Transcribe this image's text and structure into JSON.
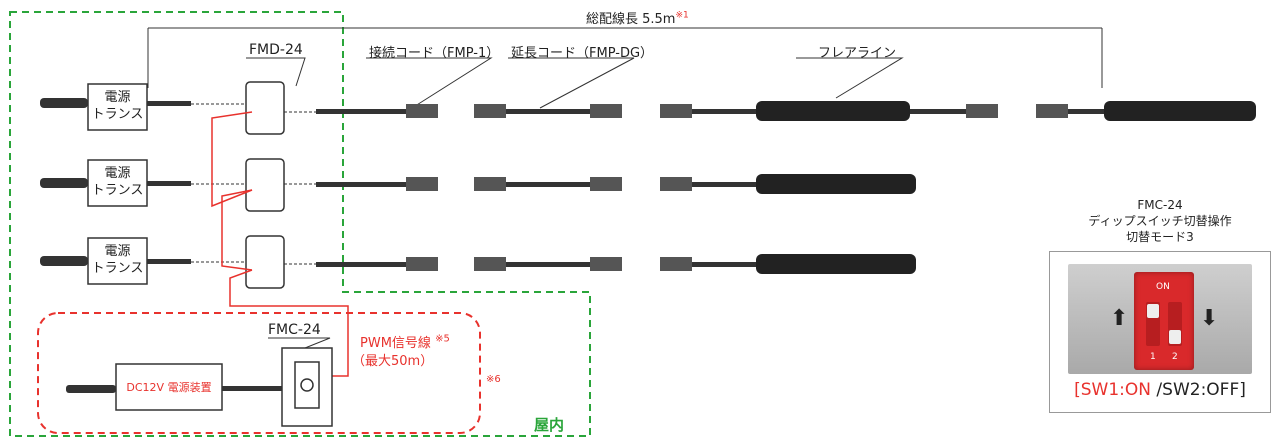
{
  "header": {
    "total_length_label": "総配線長 5.5m",
    "total_length_note": "※1"
  },
  "labels": {
    "fmd": "FMD-24",
    "connect_cord": "接続コード（FMP-1）",
    "extension_cord": "延長コード（FMP-DG）",
    "flare_line": "フレアライン",
    "fmc_controller": "FMC-24",
    "pwm_signal_line": "PWM信号線",
    "pwm_note": "※5",
    "pwm_max": "（最大50m）",
    "note6": "※6",
    "indoor": "屋内"
  },
  "power_transformers": [
    {
      "line1": "電源",
      "line2": "トランス"
    },
    {
      "line1": "電源",
      "line2": "トランス"
    },
    {
      "line1": "電源",
      "line2": "トランス"
    }
  ],
  "dc_power_supply": "DC12V 電源装置",
  "dip_switch_panel": {
    "title_line1": "FMC-24",
    "title_line2": "ディップスイッチ切替操作",
    "title_line3": "切替モード3",
    "switch_top_label": "ON",
    "switch_pos_1": "1",
    "switch_pos_2": "2",
    "caption_open": "[",
    "caption_sw1": "SW1:ON",
    "caption_rest": " /SW2:OFF]"
  },
  "colors": {
    "indoor_border": "#2aa53a",
    "signal_zone_border": "#e8322d",
    "signal_wire": "#e8322d",
    "dip_switch": "#d9292b"
  }
}
